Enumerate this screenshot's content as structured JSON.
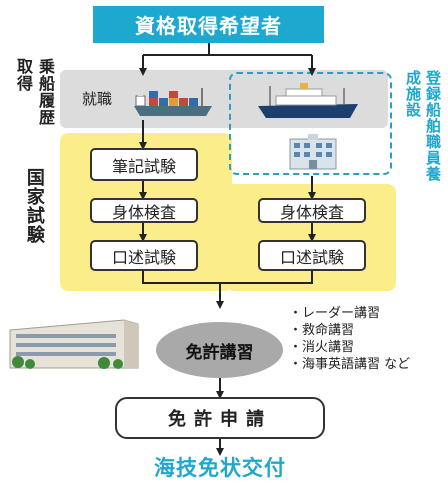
{
  "applicant": "資格取得希望者",
  "left_labels": {
    "career": "乗船履歴取得",
    "exam": "国家試験"
  },
  "right_label": "登録船舶職員養成施設",
  "employment": "就職",
  "exam_steps_left": [
    "筆記試験",
    "身体検査",
    "口述試験"
  ],
  "exam_steps_right": [
    "身体検査",
    "口述試験"
  ],
  "training": "免許講習",
  "lectures": [
    "レーダー講習",
    "救命講習",
    "消火講習",
    "海事英語講習 など"
  ],
  "license_application": "免許申請",
  "final": "海技免状交付",
  "colors": {
    "accent": "#1ea8cf",
    "band_gray": "#dcdcdc",
    "exam_yellow": "#fbee8a",
    "ellipse_gray": "#a9a9a9"
  }
}
